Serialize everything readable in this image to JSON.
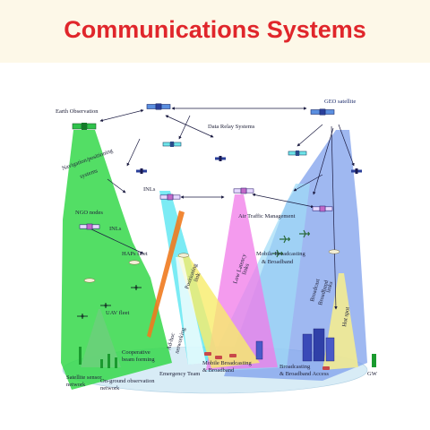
{
  "header": {
    "title": "Communications Systems"
  },
  "diagram": {
    "labels": {
      "earth_observation": "Earth Observation",
      "data_relay": "Data Relay Systems",
      "geo_satellite": "GEO satellite",
      "nav_line1": "Navigation/positioning",
      "nav_line2": "systems",
      "inls_1": "INLs",
      "inls_2": "INLs",
      "ngo_nodes": "NGO nodes",
      "air_traffic": "Air Traffic Management",
      "mobile_bb_1": "Mobile Broadcasting",
      "mobile_bb_2": "& Broadband",
      "haps_fleet": "HAPs fleet",
      "positioning_link_1": "Positioning",
      "positioning_link_2": "link",
      "low_latency_1": "Low Latency",
      "low_latency_2": "links",
      "broadcast_1": "Broadcast",
      "broadcast_2": "Broadband",
      "broadcast_3": "links",
      "uav_fleet": "UAV fleet",
      "adhoc_1": "Ad-hoc",
      "adhoc_2": "networking",
      "hot_spot": "Hot spot",
      "cooperative_1": "Cooperative",
      "cooperative_2": "beam forming",
      "mobile_bb_ground_1": "Mobile Broadcasting",
      "mobile_bb_ground_2": "& Broadband",
      "broadcasting_access_1": "Broadcasting",
      "broadcasting_access_2": "& Broadband Access",
      "satellite_sensor_1": "Satellite sensor",
      "satellite_sensor_2": "network",
      "on_ground_1": "On-ground observation",
      "on_ground_2": "network",
      "emergency_team": "Emergency Team",
      "gw": "GW"
    }
  }
}
